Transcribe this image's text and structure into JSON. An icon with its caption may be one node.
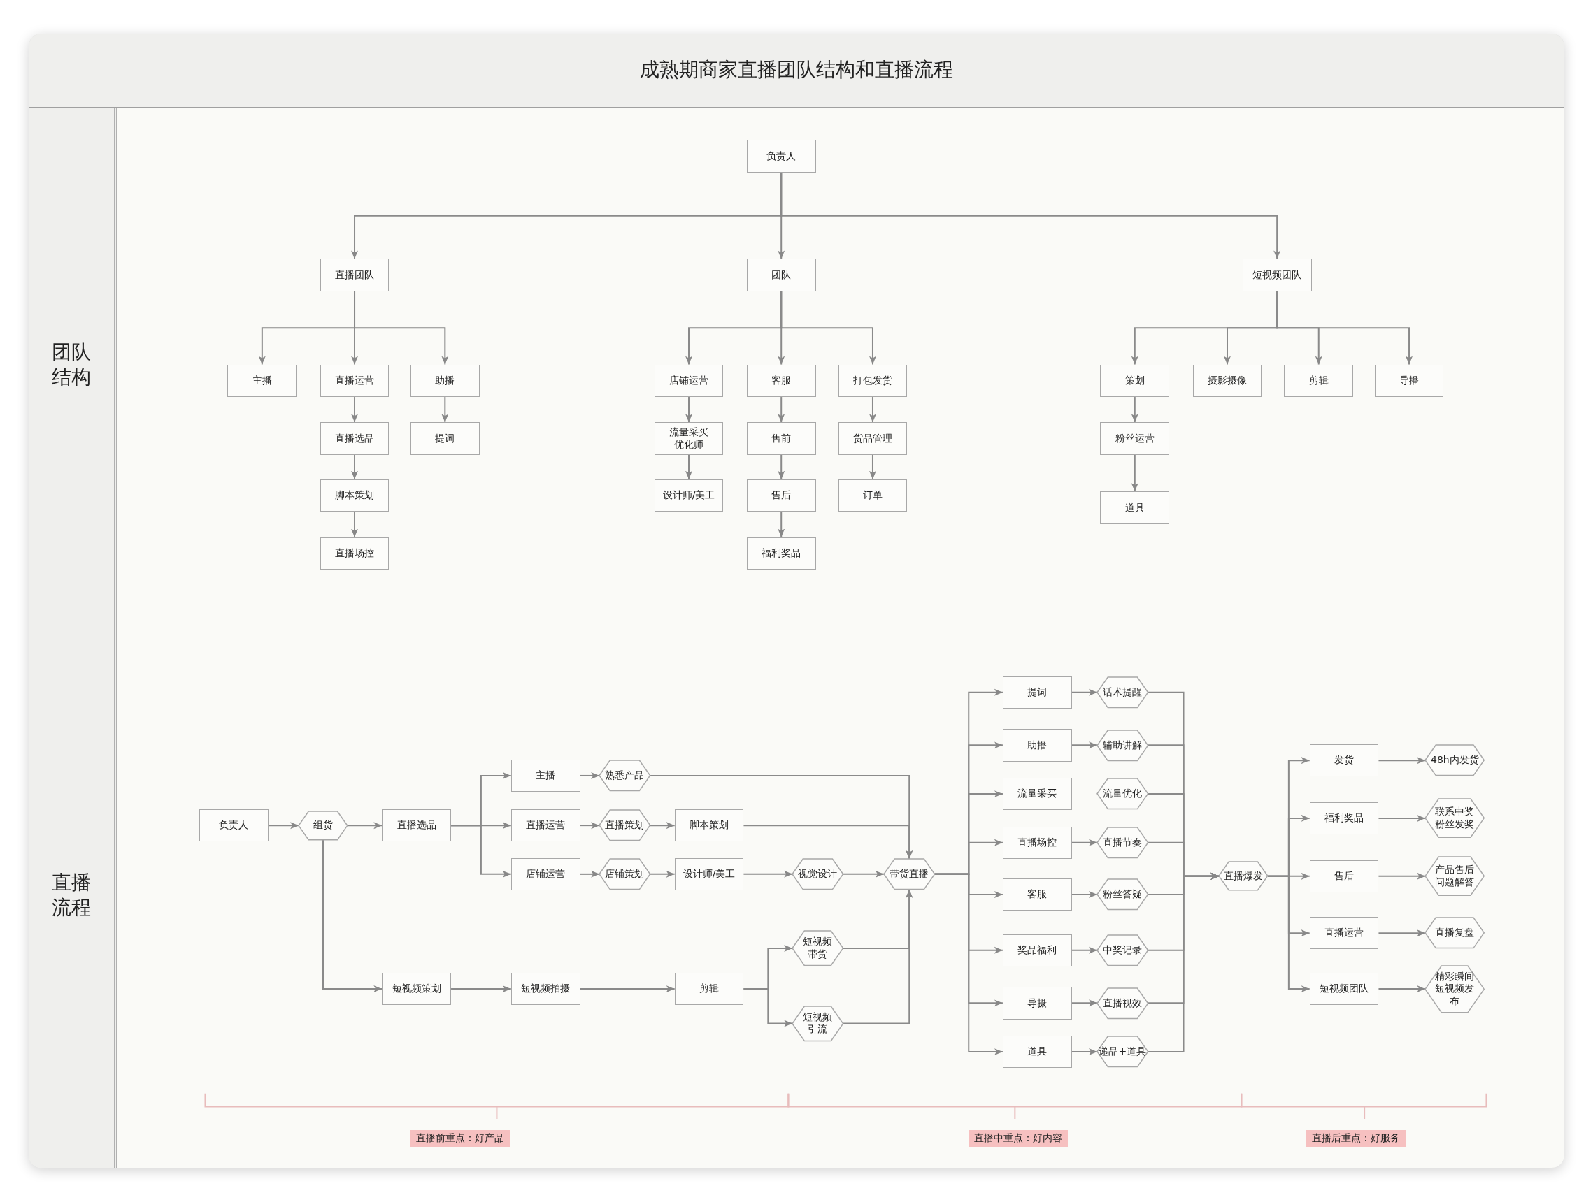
{
  "diagram": {
    "title": "成熟期商家直播团队结构和直播流程",
    "nodes": [
      {
        "text": [
          "团队结构"
        ]
      },
      {
        "text": [
          "负责人"
        ],
        "in": 0
      },
      {
        "text": [
          "直播团队"
        ],
        "in": 0
      },
      {
        "text": [
          "团队"
        ],
        "in": 0
      },
      {
        "text": [
          "短视频团队"
        ],
        "in": 0
      },
      {
        "text": [
          "主播"
        ],
        "in": 0
      },
      {
        "text": [
          "直播运营"
        ],
        "in": 0
      },
      {
        "text": [
          "助播"
        ],
        "in": 0
      },
      {
        "text": [
          "直播选品"
        ],
        "in": 0
      },
      {
        "text": [
          "提词"
        ],
        "in": 0
      },
      {
        "text": [
          "脚本策划"
        ],
        "in": 0
      },
      {
        "text": [
          "直播场控"
        ],
        "in": 0
      },
      {
        "text": [
          "店铺运营"
        ],
        "in": 0
      },
      {
        "text": [
          "客服"
        ],
        "in": 0
      },
      {
        "text": [
          "打包发货"
        ],
        "in": 0
      },
      {
        "text": [
          "流量采买优化师"
        ],
        "in": 0
      },
      {
        "text": [
          "售前"
        ],
        "in": 0
      },
      {
        "text": [
          "货品管理"
        ],
        "in": 0
      },
      {
        "text": [
          "设计师/美工"
        ],
        "in": 0
      },
      {
        "text": [
          "售后"
        ],
        "in": 0
      },
      {
        "text": [
          "订单"
        ],
        "in": 0
      },
      {
        "text": [
          "福利奖品"
        ],
        "in": 0
      },
      {
        "text": [
          "策划"
        ],
        "in": 0
      },
      {
        "text": [
          "摄影摄像"
        ],
        "in": 0
      },
      {
        "text": [
          "剪辑"
        ],
        "in": 0
      },
      {
        "text": [
          "导播"
        ],
        "in": 0
      },
      {
        "text": [
          "粉丝运营"
        ],
        "in": 0
      },
      {
        "text": [
          "道具"
        ],
        "in": 0
      },
      {
        "text": [
          "直播流程"
        ]
      },
      {
        "text": [
          "负责人"
        ],
        "in": 28
      },
      {
        "text": [
          "组货"
        ],
        "in": 28
      },
      {
        "text": [
          "直播选品"
        ],
        "in": 28
      },
      {
        "text": [
          "主播"
        ],
        "in": 28
      },
      {
        "text": [
          "熟悉产品"
        ],
        "in": 28
      },
      {
        "text": [
          "直播运营"
        ],
        "in": 28
      },
      {
        "text": [
          "直播策划"
        ],
        "in": 28
      },
      {
        "text": [
          "脚本策划"
        ],
        "in": 28
      },
      {
        "text": [
          "店铺运营"
        ],
        "in": 28
      },
      {
        "text": [
          "店铺策划"
        ],
        "in": 28
      },
      {
        "text": [
          "设计师/美工"
        ],
        "in": 28
      },
      {
        "text": [
          "视觉设计"
        ],
        "in": 28
      },
      {
        "text": [
          "带货直播"
        ],
        "in": 28
      },
      {
        "text": [
          "短视频策划"
        ],
        "in": 28
      },
      {
        "text": [
          "短视频拍摄"
        ],
        "in": 28
      },
      {
        "text": [
          "剪辑"
        ],
        "in": 28
      },
      {
        "text": [
          "短视频带货"
        ],
        "in": 28
      },
      {
        "text": [
          "短视频引流"
        ],
        "in": 28
      },
      {
        "text": [
          "提词"
        ],
        "in": 28
      },
      {
        "text": [
          "助播"
        ],
        "in": 28
      },
      {
        "text": [
          "流量采买"
        ],
        "in": 28
      },
      {
        "text": [
          "直播场控"
        ],
        "in": 28
      },
      {
        "text": [
          "客服"
        ],
        "in": 28
      },
      {
        "text": [
          "奖品福利"
        ],
        "in": 28
      },
      {
        "text": [
          "导摄"
        ],
        "in": 28
      },
      {
        "text": [
          "道具"
        ],
        "in": 28
      },
      {
        "text": [
          "话术提醒"
        ],
        "in": 28
      },
      {
        "text": [
          "辅助讲解"
        ],
        "in": 28
      },
      {
        "text": [
          "流量优化"
        ],
        "in": 28
      },
      {
        "text": [
          "直播节奏"
        ],
        "in": 28
      },
      {
        "text": [
          "粉丝答疑"
        ],
        "in": 28
      },
      {
        "text": [
          "中奖记录"
        ],
        "in": 28
      },
      {
        "text": [
          "直播视效"
        ],
        "in": 28
      },
      {
        "text": [
          "递品+道具"
        ],
        "in": 28
      },
      {
        "text": [
          "直播爆发"
        ],
        "in": 28
      },
      {
        "text": [
          "发货"
        ],
        "in": 28
      },
      {
        "text": [
          "福利奖品"
        ],
        "in": 28
      },
      {
        "text": [
          "售后"
        ],
        "in": 28
      },
      {
        "text": [
          "直播运营"
        ],
        "in": 28
      },
      {
        "text": [
          "短视频团队"
        ],
        "in": 28
      },
      {
        "text": [
          "48h内发货"
        ],
        "in": 28
      },
      {
        "text": [
          "联系中奖粉丝发奖"
        ],
        "in": 28
      },
      {
        "text": [
          "产品售后问题解答"
        ],
        "in": 28
      },
      {
        "text": [
          "直播复盘"
        ],
        "in": 28
      },
      {
        "text": [
          "精彩瞬间短视频发布"
        ],
        "in": 28
      }
    ],
    "edges": [
      {
        "from": 1,
        "to": 2,
        "arrow": "to"
      },
      {
        "from": 1,
        "to": 3,
        "arrow": "to"
      },
      {
        "from": 1,
        "to": 4,
        "arrow": "to"
      },
      {
        "from": 2,
        "to": 5,
        "arrow": "to"
      },
      {
        "from": 2,
        "to": 6,
        "arrow": "to"
      },
      {
        "from": 2,
        "to": 7,
        "arrow": "to"
      },
      {
        "from": 6,
        "to": 8,
        "arrow": "to"
      },
      {
        "from": 8,
        "to": 10,
        "arrow": "to"
      },
      {
        "from": 10,
        "to": 11,
        "arrow": "to"
      },
      {
        "from": 7,
        "to": 9,
        "arrow": "to"
      },
      {
        "from": 3,
        "to": 12,
        "arrow": "to"
      },
      {
        "from": 3,
        "to": 13,
        "arrow": "to"
      },
      {
        "from": 3,
        "to": 14,
        "arrow": "to"
      },
      {
        "from": 12,
        "to": 15,
        "arrow": "to"
      },
      {
        "from": 15,
        "to": 18,
        "arrow": "to"
      },
      {
        "from": 13,
        "to": 16,
        "arrow": "to"
      },
      {
        "from": 16,
        "to": 19,
        "arrow": "to"
      },
      {
        "from": 19,
        "to": 21,
        "arrow": "to"
      },
      {
        "from": 14,
        "to": 17,
        "arrow": "to"
      },
      {
        "from": 17,
        "to": 20,
        "arrow": "to"
      },
      {
        "from": 4,
        "to": 22,
        "arrow": "to"
      },
      {
        "from": 4,
        "to": 23,
        "arrow": "to"
      },
      {
        "from": 4,
        "to": 24,
        "arrow": "to"
      },
      {
        "from": 4,
        "to": 25,
        "arrow": "to"
      },
      {
        "from": 22,
        "to": 26,
        "arrow": "to"
      },
      {
        "from": 26,
        "to": 27,
        "arrow": "to"
      },
      {
        "from": 29,
        "to": 30,
        "arrow": "to"
      },
      {
        "from": 30,
        "to": 31,
        "arrow": "to"
      },
      {
        "from": 30,
        "to": 42,
        "arrow": "to"
      },
      {
        "from": 31,
        "to": 32,
        "arrow": "to"
      },
      {
        "from": 31,
        "to": 34,
        "arrow": "to"
      },
      {
        "from": 31,
        "to": 37,
        "arrow": "to"
      },
      {
        "from": 32,
        "to": 33,
        "arrow": "to"
      },
      {
        "from": 33,
        "to": 41,
        "arrow": "to"
      },
      {
        "from": 34,
        "to": 35,
        "arrow": "to"
      },
      {
        "from": 35,
        "to": 36,
        "arrow": "to"
      },
      {
        "from": 36,
        "to": 41,
        "arrow": "to"
      },
      {
        "from": 37,
        "to": 38,
        "arrow": "to"
      },
      {
        "from": 38,
        "to": 39,
        "arrow": "to"
      },
      {
        "from": 39,
        "to": 40,
        "arrow": "to"
      },
      {
        "from": 40,
        "to": 41,
        "arrow": "to"
      },
      {
        "from": 42,
        "to": 43,
        "arrow": "to"
      },
      {
        "from": 43,
        "to": 44,
        "arrow": "to"
      },
      {
        "from": 44,
        "to": 45,
        "arrow": "to"
      },
      {
        "from": 44,
        "to": 46,
        "arrow": "to"
      },
      {
        "from": 45,
        "to": 41,
        "arrow": "to"
      },
      {
        "from": 46,
        "to": 41,
        "arrow": "to"
      },
      {
        "from": 41,
        "to": 47,
        "arrow": "to"
      },
      {
        "from": 41,
        "to": 48,
        "arrow": "to"
      },
      {
        "from": 41,
        "to": 49,
        "arrow": "to"
      },
      {
        "from": 41,
        "to": 50,
        "arrow": "to"
      },
      {
        "from": 41,
        "to": 51,
        "arrow": "to"
      },
      {
        "from": 41,
        "to": 52,
        "arrow": "to"
      },
      {
        "from": 41,
        "to": 53,
        "arrow": "to"
      },
      {
        "from": 41,
        "to": 54,
        "arrow": "to"
      },
      {
        "from": 47,
        "to": 55,
        "arrow": "to"
      },
      {
        "from": 48,
        "to": 56,
        "arrow": "to"
      },
      {
        "from": 50,
        "to": 58,
        "arrow": "to"
      },
      {
        "from": 51,
        "to": 59,
        "arrow": "to"
      },
      {
        "from": 52,
        "to": 60,
        "arrow": "to"
      },
      {
        "from": 53,
        "to": 61,
        "arrow": "to"
      },
      {
        "from": 54,
        "to": 62,
        "arrow": "to"
      },
      {
        "from": 55,
        "to": 63,
        "arrow": "to"
      },
      {
        "from": 56,
        "to": 63,
        "arrow": "to"
      },
      {
        "from": 57,
        "to": 63,
        "arrow": "to"
      },
      {
        "from": 58,
        "to": 63,
        "arrow": "to"
      },
      {
        "from": 59,
        "to": 63,
        "arrow": "to"
      },
      {
        "from": 60,
        "to": 63,
        "arrow": "to"
      },
      {
        "from": 61,
        "to": 63,
        "arrow": "to"
      },
      {
        "from": 62,
        "to": 63,
        "arrow": "to"
      },
      {
        "from": 63,
        "to": 64,
        "arrow": "to"
      },
      {
        "from": 63,
        "to": 65,
        "arrow": "to"
      },
      {
        "from": 63,
        "to": 66,
        "arrow": "to"
      },
      {
        "from": 63,
        "to": 67,
        "arrow": "to"
      },
      {
        "from": 63,
        "to": 68,
        "arrow": "to"
      },
      {
        "from": 64,
        "to": 69,
        "arrow": "to"
      },
      {
        "from": 65,
        "to": 70,
        "arrow": "to"
      },
      {
        "from": 66,
        "to": 71,
        "arrow": "to"
      },
      {
        "from": 67,
        "to": 72,
        "arrow": "to"
      },
      {
        "from": 68,
        "to": 73,
        "arrow": "to"
      }
    ],
    "labels": [
      "直播前重点：好产品",
      "直播中重点：好内容",
      "直播后重点：好服务"
    ]
  }
}
